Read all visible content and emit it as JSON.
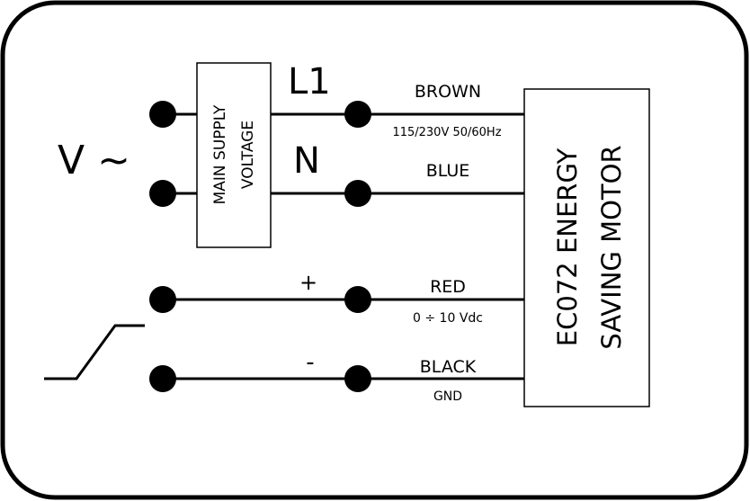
{
  "supply": {
    "symbol": "V ~"
  },
  "supply_box": {
    "line1": "MAIN SUPPLY",
    "line2": "VOLTAGE"
  },
  "phases": {
    "l1": "L1",
    "n": "N"
  },
  "wires": [
    {
      "id": "brown",
      "color_name": "BROWN",
      "sublabel": "115/230V 50/60Hz",
      "polarity": ""
    },
    {
      "id": "blue",
      "color_name": "BLUE",
      "sublabel": "",
      "polarity": ""
    },
    {
      "id": "red",
      "color_name": "RED",
      "sublabel": "0 ÷ 10 Vdc",
      "polarity": "+"
    },
    {
      "id": "black",
      "color_name": "BLACK",
      "sublabel": "GND",
      "polarity": "-"
    }
  ],
  "motor": {
    "line1": "EC072 ENERGY",
    "line2": "SAVING MOTOR"
  }
}
